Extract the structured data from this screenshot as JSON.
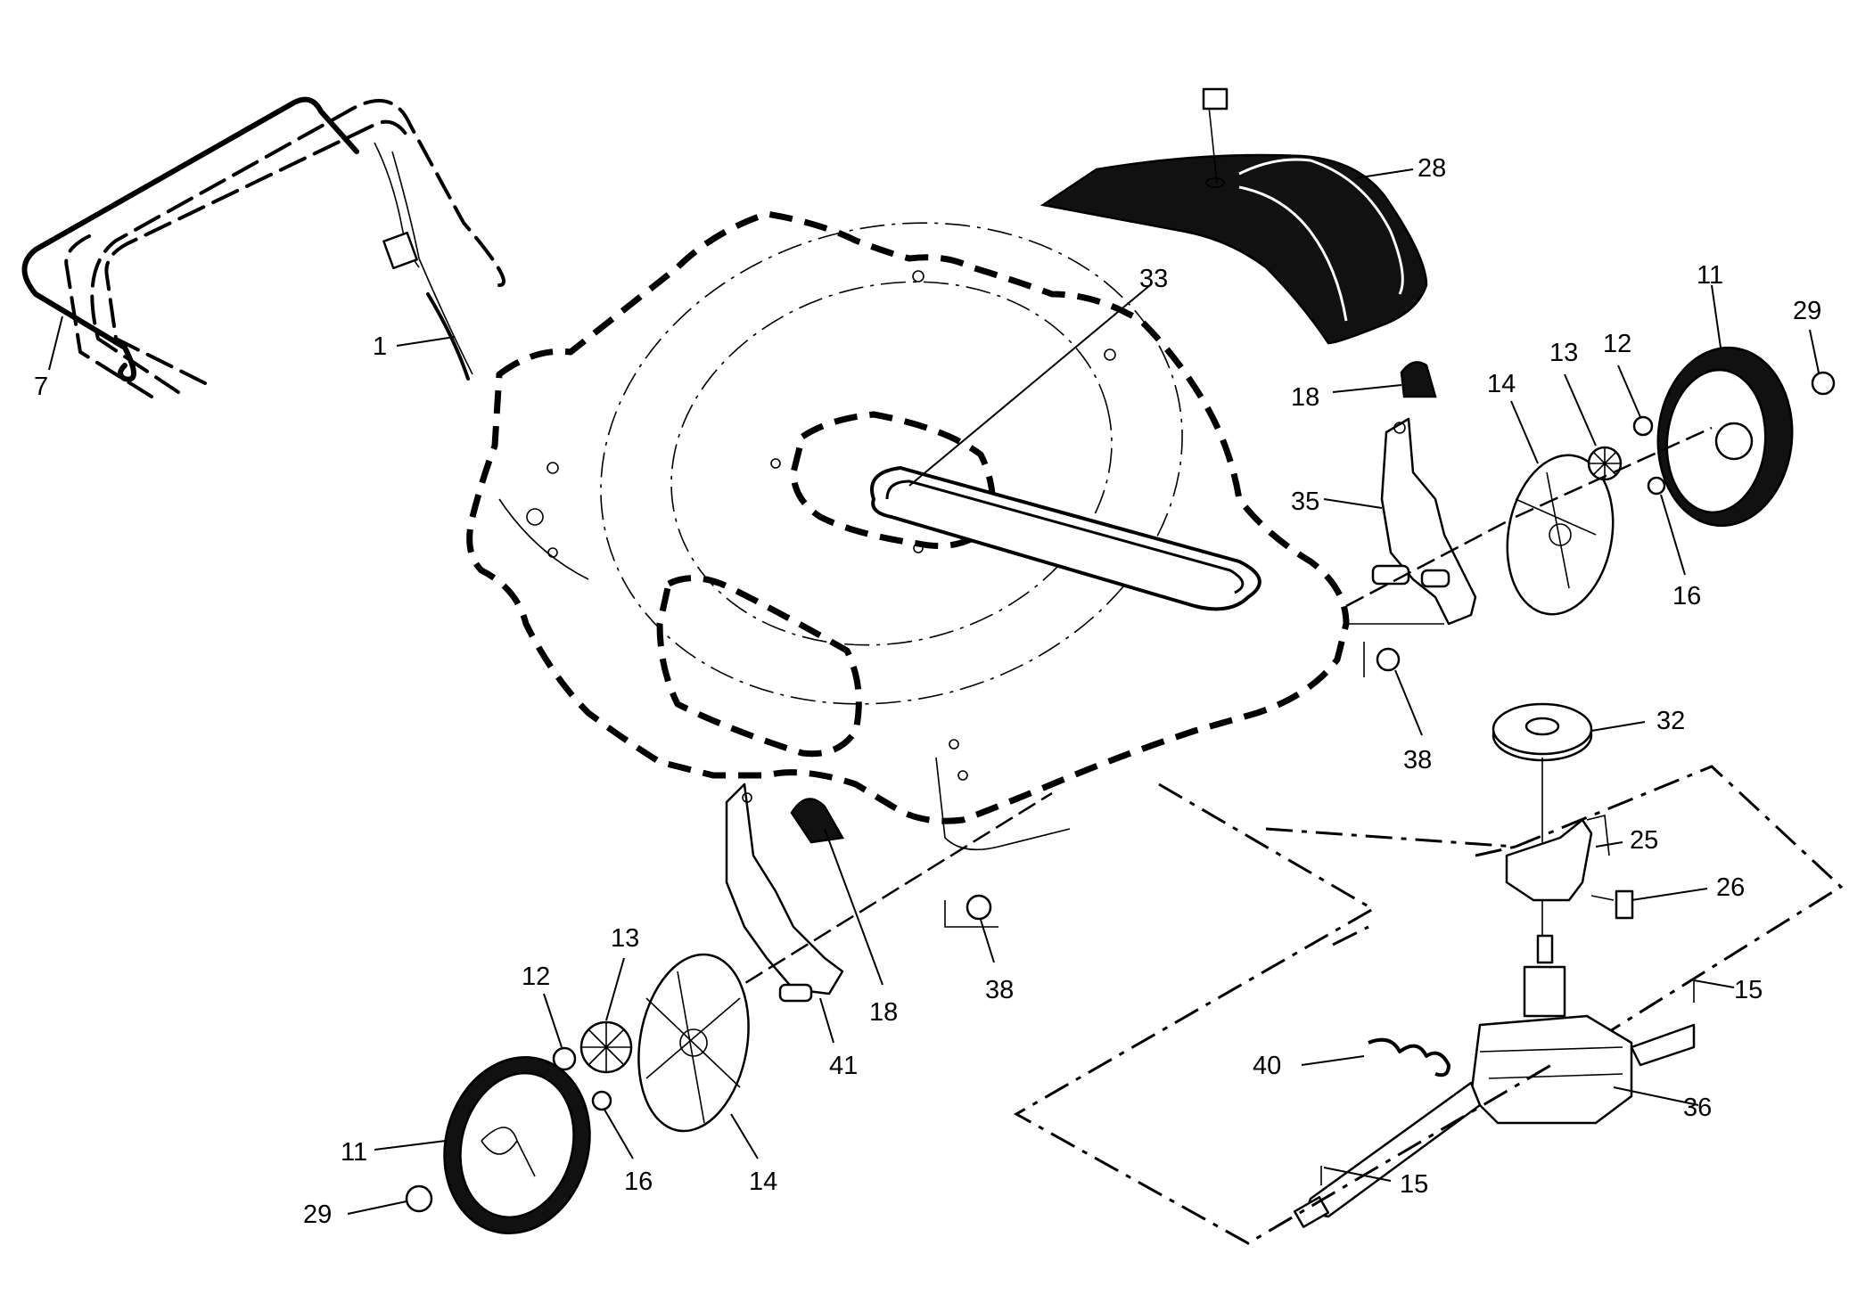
{
  "callouts": [
    {
      "id": "c1",
      "text": "1"
    },
    {
      "id": "c7",
      "text": "7"
    },
    {
      "id": "c28",
      "text": "28"
    },
    {
      "id": "c33",
      "text": "33"
    },
    {
      "id": "c11a",
      "text": "11"
    },
    {
      "id": "c29a",
      "text": "29"
    },
    {
      "id": "c13a",
      "text": "13"
    },
    {
      "id": "c12a",
      "text": "12"
    },
    {
      "id": "c14a",
      "text": "14"
    },
    {
      "id": "c18a",
      "text": "18"
    },
    {
      "id": "c35",
      "text": "35"
    },
    {
      "id": "c16a",
      "text": "16"
    },
    {
      "id": "c38a",
      "text": "38"
    },
    {
      "id": "c32",
      "text": "32"
    },
    {
      "id": "c25",
      "text": "25"
    },
    {
      "id": "c26",
      "text": "26"
    },
    {
      "id": "c15a",
      "text": "15"
    },
    {
      "id": "c36",
      "text": "36"
    },
    {
      "id": "c15b",
      "text": "15"
    },
    {
      "id": "c40",
      "text": "40"
    },
    {
      "id": "c13b",
      "text": "13"
    },
    {
      "id": "c12b",
      "text": "12"
    },
    {
      "id": "c18b",
      "text": "18"
    },
    {
      "id": "c41",
      "text": "41"
    },
    {
      "id": "c38b",
      "text": "38"
    },
    {
      "id": "c11b",
      "text": "11"
    },
    {
      "id": "c16b",
      "text": "16"
    },
    {
      "id": "c14b",
      "text": "14"
    },
    {
      "id": "c29b",
      "text": "29"
    }
  ]
}
